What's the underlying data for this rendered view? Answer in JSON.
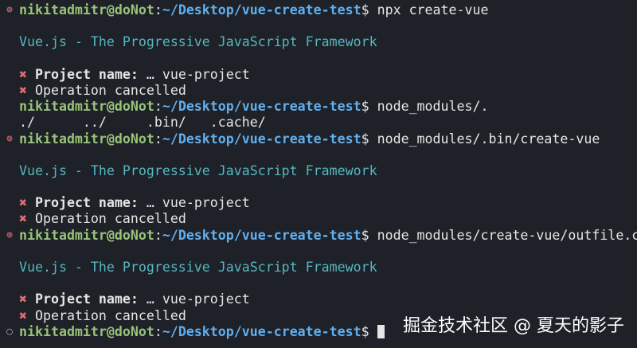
{
  "prompt": {
    "user_host": "nikitadmitr@doNot",
    "separator": ":",
    "path": "~/Desktop/vue-create-test",
    "dollar": "$"
  },
  "icons": {
    "error_status": "⊗",
    "ok_status": "○",
    "cross": "✖"
  },
  "colors": {
    "background": "#1e2127",
    "prompt_user": "#98c379",
    "prompt_path": "#61afef",
    "banner": "#56b6c2",
    "error": "#e06c75",
    "text": "#e6e6e6"
  },
  "blocks": [
    {
      "command": "npx create-vue",
      "banner": "Vue.js - The Progressive JavaScript Framework",
      "project_label": "Project name:",
      "project_value": "… vue-project",
      "cancel_text": "Operation cancelled"
    },
    {
      "command": "node_modules/.",
      "ls_output": "./      ../     .bin/   .cache/"
    },
    {
      "command": "node_modules/.bin/create-vue",
      "banner": "Vue.js - The Progressive JavaScript Framework",
      "project_label": "Project name:",
      "project_value": "… vue-project",
      "cancel_text": "Operation cancelled"
    },
    {
      "command": "node_modules/create-vue/outfile.cjs",
      "banner": "Vue.js - The Progressive JavaScript Framework",
      "project_label": "Project name:",
      "project_value": "… vue-project",
      "cancel_text": "Operation cancelled"
    }
  ],
  "watermark": "掘金技术社区 @ 夏天的影子"
}
